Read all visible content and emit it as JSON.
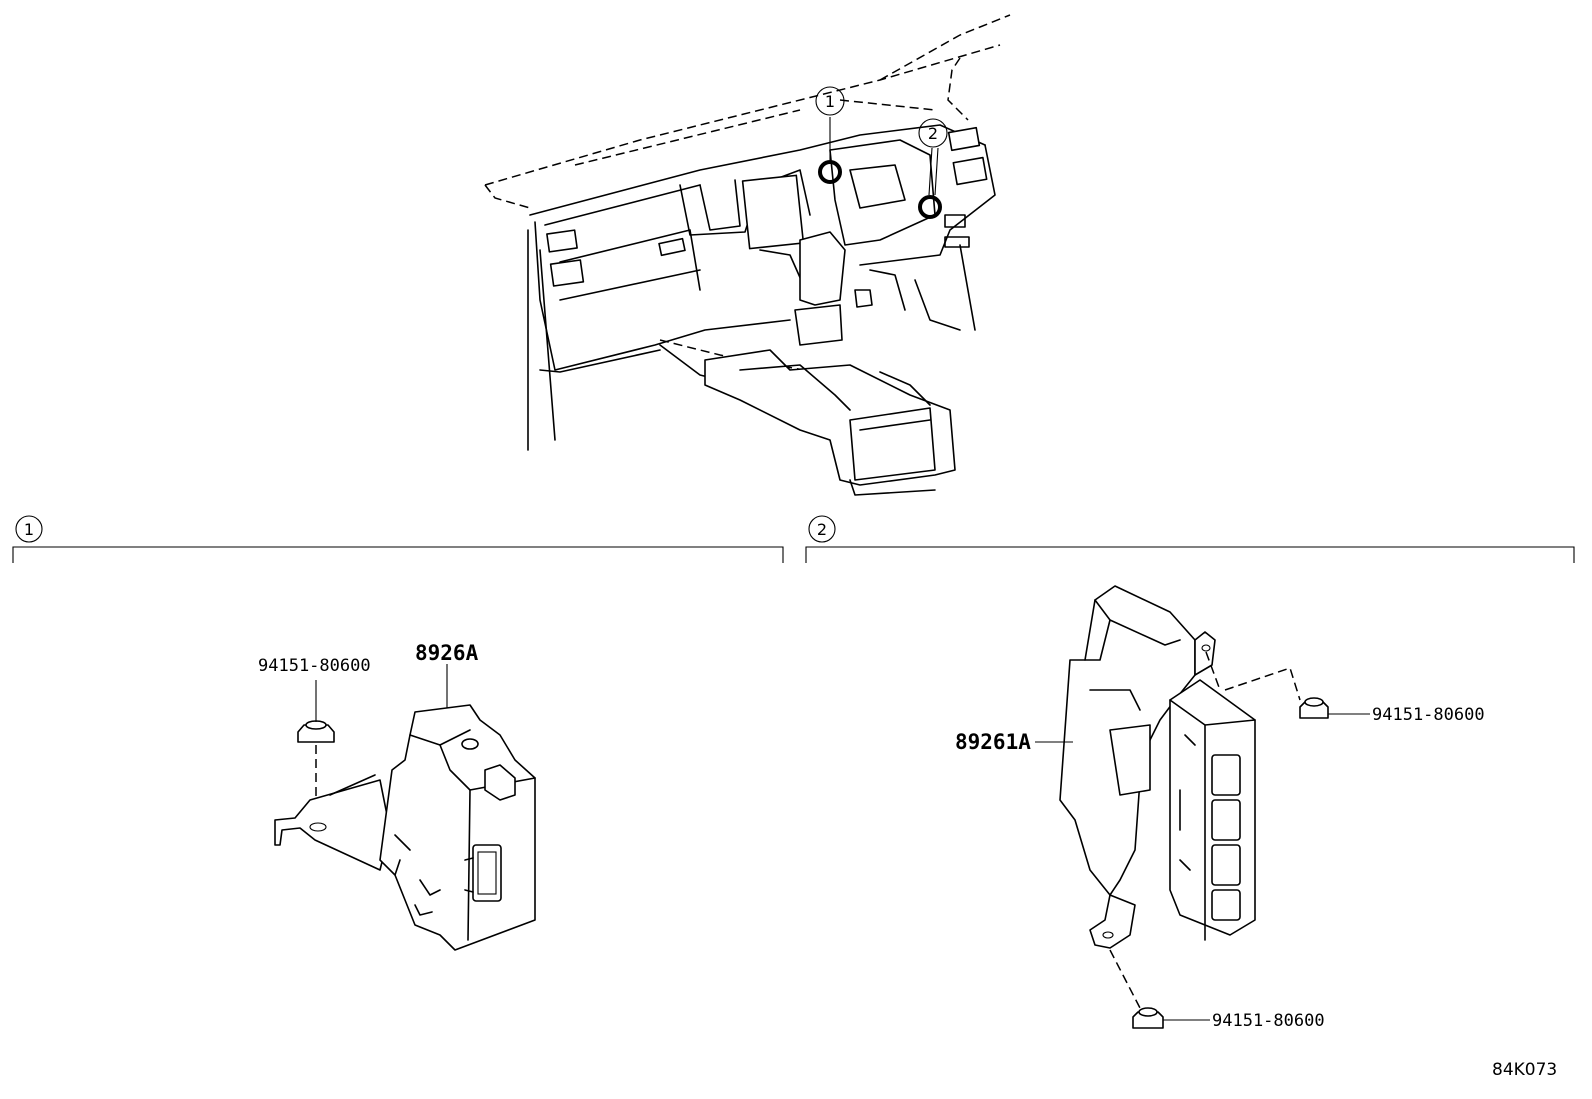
{
  "overview": {
    "callouts": [
      {
        "number": "1"
      },
      {
        "number": "2"
      }
    ]
  },
  "section1": {
    "number": "1",
    "parts": {
      "nut_label": "94151-80600",
      "computer_label": "8926A"
    }
  },
  "section2": {
    "number": "2",
    "parts": {
      "computer_label": "89261A",
      "nut_top_label": "94151-80600",
      "nut_bottom_label": "94151-80600"
    }
  },
  "figure_ref": "84K073"
}
